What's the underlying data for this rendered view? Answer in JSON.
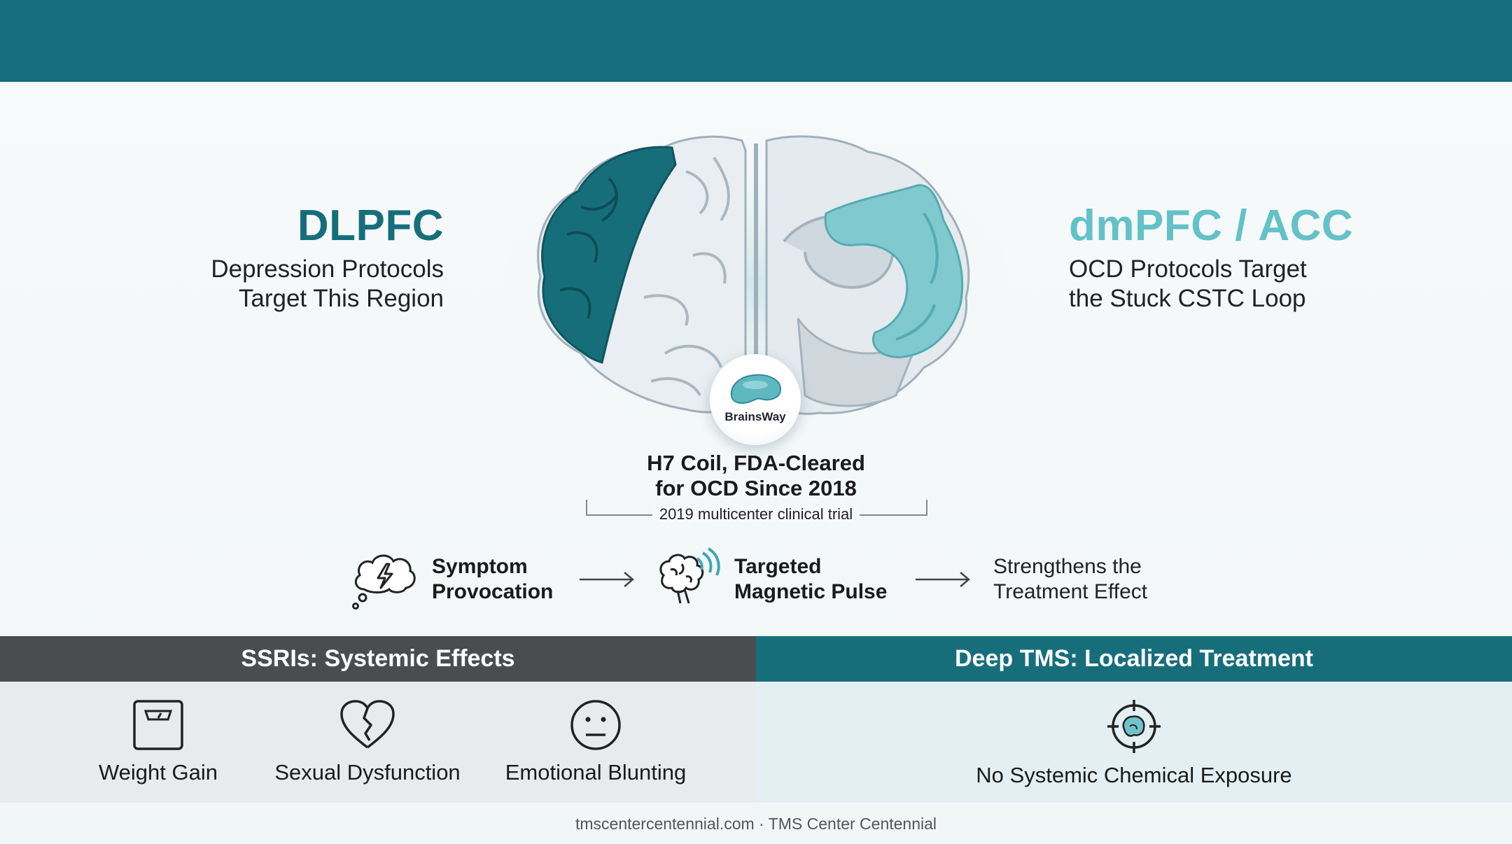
{
  "colors": {
    "top_bar": "#166f7c",
    "dlpfc": "#176e7b",
    "dmpfc": "#63c1c8",
    "ssri_band": "#4a4d50",
    "tms_band": "#176e7b"
  },
  "left_region": {
    "title": "DLPFC",
    "line1": "Depression Protocols",
    "line2": "Target This Region"
  },
  "right_region": {
    "title": "dmPFC / ACC",
    "line1": "OCD Protocols Target",
    "line2": "the Stuck CSTC Loop"
  },
  "coil": {
    "brand": "BrainsWay"
  },
  "h7": {
    "line1": "H7 Coil, FDA-Cleared",
    "line2": "for OCD Since 2018",
    "trial": "2019 multicenter clinical trial"
  },
  "flow": [
    {
      "icon": "thought-bubble-lightning-icon",
      "line1": "Symptom",
      "line2": "Provocation"
    },
    {
      "icon": "brain-signal-icon",
      "line1": "Targeted",
      "line2": "Magnetic Pulse"
    },
    {
      "line1": "Strengthens the",
      "line2": "Treatment Effect"
    }
  ],
  "ssri": {
    "title": "SSRIs: Systemic Effects",
    "effects": [
      {
        "icon": "scale-icon",
        "label": "Weight Gain"
      },
      {
        "icon": "broken-heart-icon",
        "label": "Sexual Dysfunction"
      },
      {
        "icon": "neutral-face-icon",
        "label": "Emotional Blunting"
      }
    ]
  },
  "tms": {
    "title": "Deep TMS: Localized Treatment",
    "effects": [
      {
        "icon": "target-brain-icon",
        "label": "No Systemic Chemical Exposure"
      }
    ]
  },
  "footer": "tmscentercentennial.com · TMS Center Centennial"
}
